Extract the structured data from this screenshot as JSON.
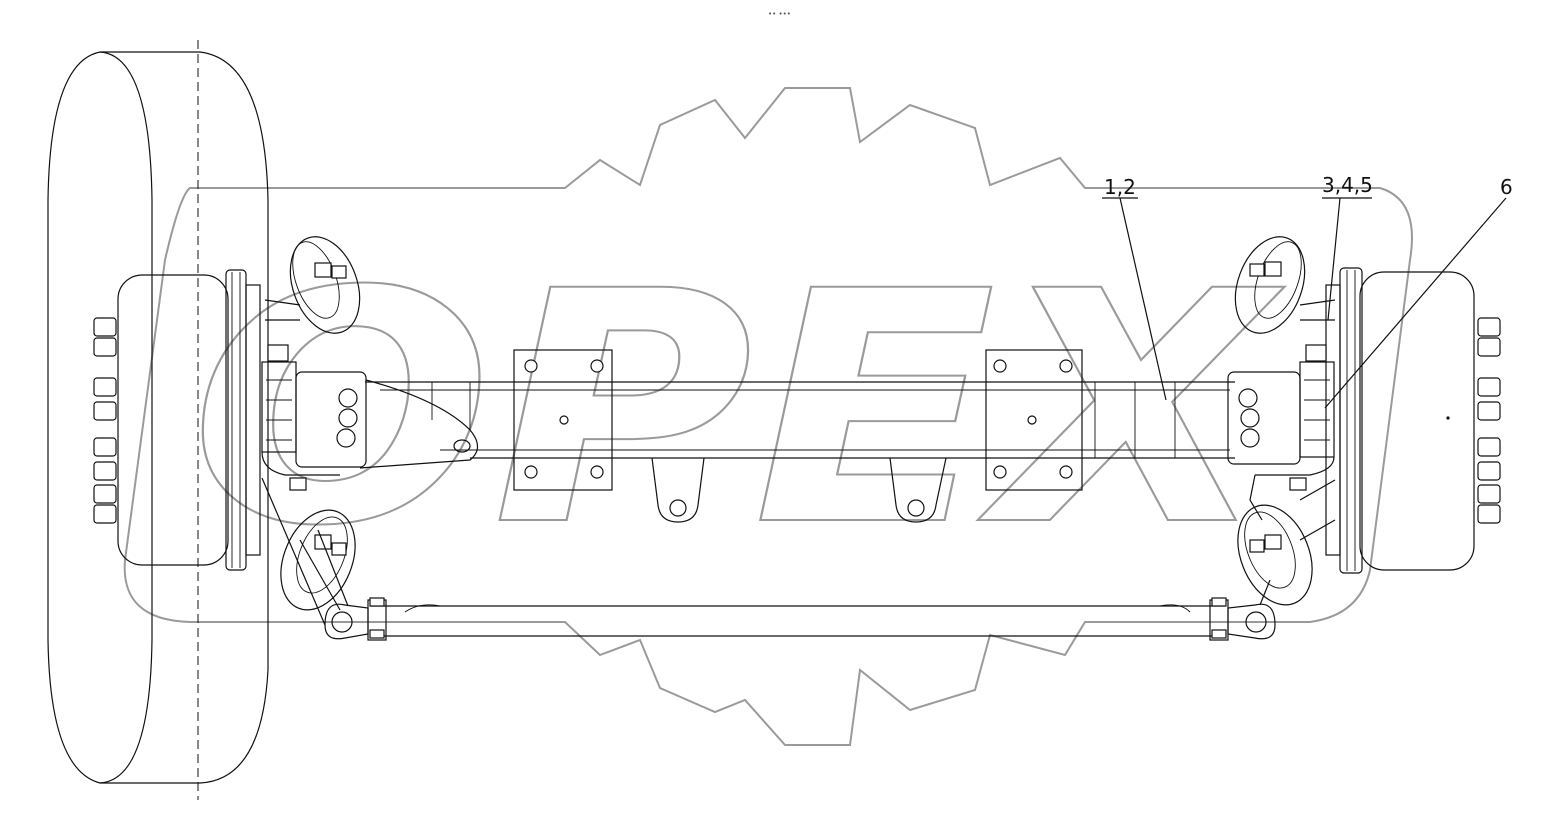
{
  "header": {
    "code": "•• •••"
  },
  "callouts": [
    {
      "label": "1,2"
    },
    {
      "label": "3,4,5"
    },
    {
      "label": "6"
    }
  ],
  "watermark": {
    "text": "OPEX"
  },
  "colors": {
    "line": "#111111",
    "watermark": "#9a9a9a",
    "background": "#ffffff"
  }
}
